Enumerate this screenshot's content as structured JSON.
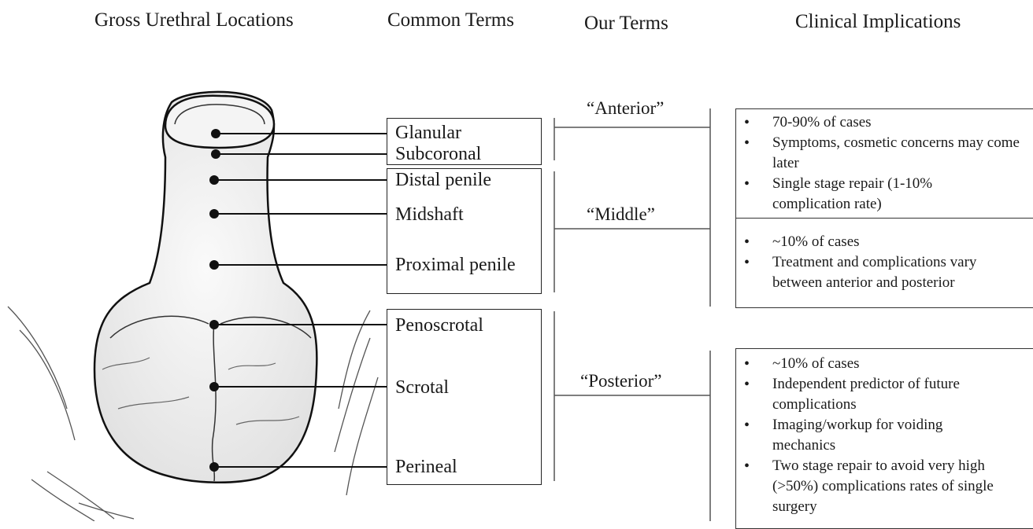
{
  "headers": {
    "gross": "Gross Urethral Locations",
    "common": "Common Terms",
    "ours": "Our Terms",
    "clinical": "Clinical Implications"
  },
  "common_terms": {
    "glanular": "Glanular",
    "subcoronal": "Subcoronal",
    "distal_penile": "Distal penile",
    "midshaft": "Midshaft",
    "proximal_penile": "Proximal penile",
    "penoscrotal": "Penoscrotal",
    "scrotal": "Scrotal",
    "perineal": "Perineal"
  },
  "our_terms": {
    "anterior": "“Anterior”",
    "middle": "“Middle”",
    "posterior": "“Posterior”"
  },
  "implications": {
    "anterior": [
      "70-90% of cases",
      "Symptoms, cosmetic concerns may come later",
      "Single stage repair (1-10% complication rate)"
    ],
    "middle": [
      "~10% of cases",
      "Treatment and complications vary between anterior and posterior"
    ],
    "posterior": [
      "~10% of cases",
      "Independent predictor of future complications",
      "Imaging/workup for voiding mechanics",
      "Two stage repair to avoid very high (>50%) complications rates of single surgery"
    ]
  }
}
